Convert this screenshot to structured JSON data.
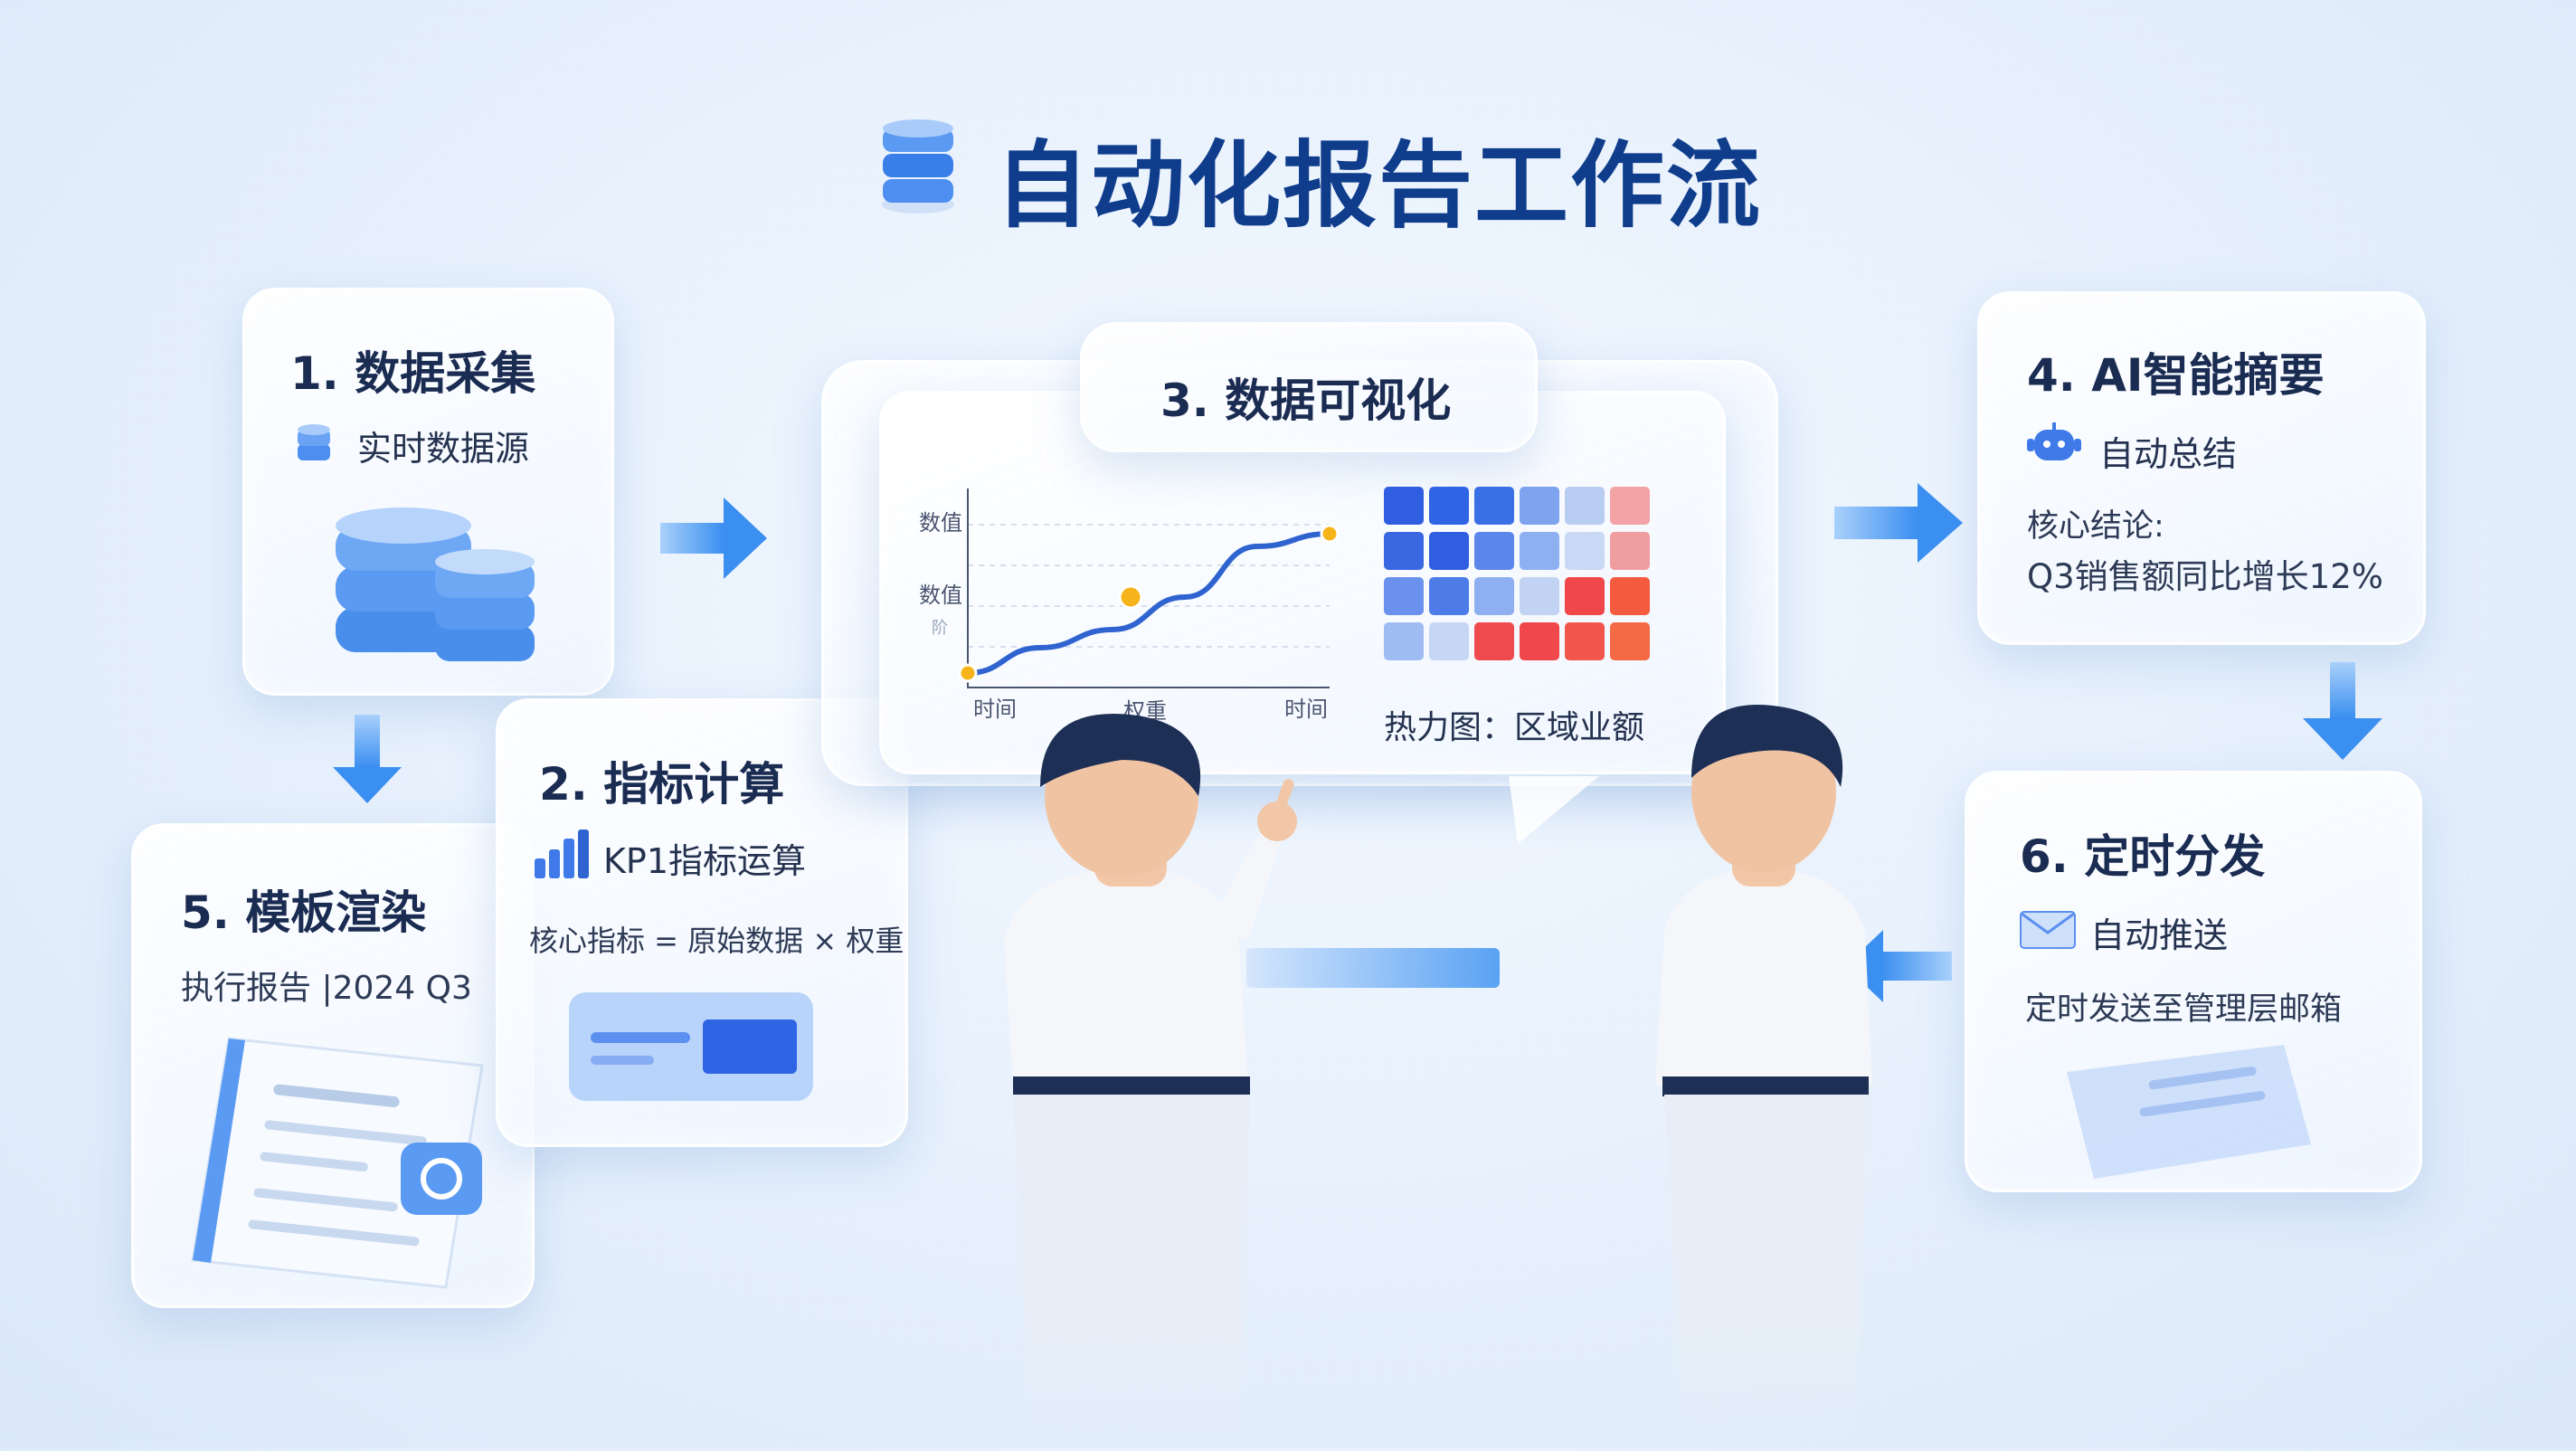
{
  "title": "自动化报告工作流",
  "steps": {
    "s1": {
      "title": "1. 数据采集",
      "sub": "实时数据源"
    },
    "s2": {
      "title": "2. 指标计算",
      "sub": "KP1指标运算",
      "formula": "核心指标 = 原始数据 × 权重"
    },
    "s3": {
      "title": "3. 数据可视化",
      "heatmap_caption": "热力图：区域业额"
    },
    "s4": {
      "title": "4. AI智能摘要",
      "sub": "自动总结",
      "text_line1": "核心结论:",
      "text_line2": "Q3销售额同比增长12%"
    },
    "s5": {
      "title": "5. 模板渲染",
      "sub": "执行报告 |2024 Q3"
    },
    "s6": {
      "title": "6. 定时分发",
      "sub": "自动推送",
      "text": "定时发送至管理层邮箱"
    }
  },
  "chart_data": {
    "type": "line",
    "y_tick_labels": [
      "数值",
      "数值",
      "阶"
    ],
    "x_tick_labels": [
      "时间",
      "权重",
      "时间"
    ],
    "series": [
      {
        "x": [
          0,
          0.2,
          0.4,
          0.6,
          0.8,
          1.0
        ],
        "y": [
          0.08,
          0.22,
          0.32,
          0.5,
          0.78,
          0.85
        ]
      }
    ],
    "highlight_points": [
      {
        "x": 0,
        "y": 0.08
      },
      {
        "x": 0.45,
        "y": 0.5
      },
      {
        "x": 1.0,
        "y": 0.85
      }
    ]
  },
  "heatmap_data": {
    "type": "heatmap",
    "rows": 4,
    "cols": 6,
    "colors": [
      [
        "#2f5fe0",
        "#2f64e4",
        "#3a6fe6",
        "#7ea4ef",
        "#b9cdf3",
        "#f3a3a6"
      ],
      [
        "#3a68e2",
        "#2f5fe0",
        "#5b86ea",
        "#8eb0f1",
        "#c9d8f5",
        "#f09da0"
      ],
      [
        "#6a92ec",
        "#4d7be7",
        "#8eb0f1",
        "#c2d3f4",
        "#f0484a",
        "#f45a3e"
      ],
      [
        "#9fbcf2",
        "#c6d6f5",
        "#ef4b4e",
        "#f0484a",
        "#f2574c",
        "#f36a45"
      ]
    ]
  },
  "colors": {
    "accent": "#0f3d8c",
    "arrow": "#3b8ff0",
    "line": "#2f64d0",
    "point": "#f5b51a"
  }
}
